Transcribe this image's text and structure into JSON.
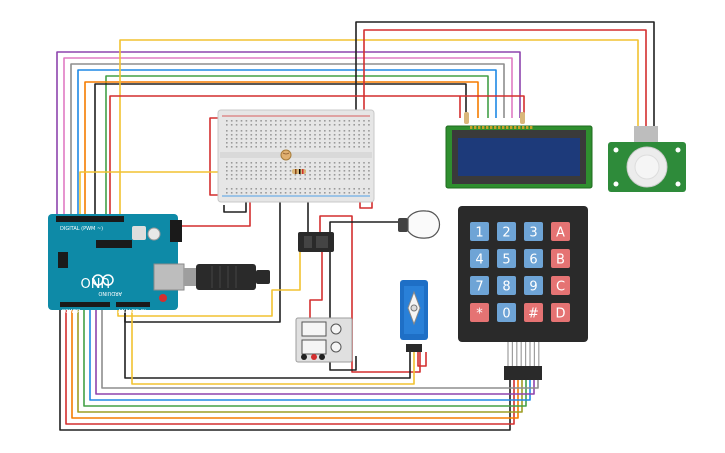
{
  "arduino": {
    "model": "UNO",
    "brand": "ARDUINO",
    "digital_label": "DIGITAL (PWM ~)",
    "analog_label": "ANALOG IN",
    "power_label": "POWER",
    "brand_color": "#0E8AA7"
  },
  "keypad": {
    "keys": [
      {
        "label": "1",
        "color": "#6EA4D6"
      },
      {
        "label": "2",
        "color": "#6EA4D6"
      },
      {
        "label": "3",
        "color": "#6EA4D6"
      },
      {
        "label": "A",
        "color": "#E57373"
      },
      {
        "label": "4",
        "color": "#6EA4D6"
      },
      {
        "label": "5",
        "color": "#6EA4D6"
      },
      {
        "label": "6",
        "color": "#6EA4D6"
      },
      {
        "label": "B",
        "color": "#E57373"
      },
      {
        "label": "7",
        "color": "#6EA4D6"
      },
      {
        "label": "8",
        "color": "#6EA4D6"
      },
      {
        "label": "9",
        "color": "#6EA4D6"
      },
      {
        "label": "C",
        "color": "#E57373"
      },
      {
        "label": "*",
        "color": "#E57373"
      },
      {
        "label": "0",
        "color": "#6EA4D6"
      },
      {
        "label": "#",
        "color": "#E57373"
      },
      {
        "label": "D",
        "color": "#E57373"
      }
    ]
  },
  "components": {
    "breadboard": "breadboard-icon",
    "lcd": "lcd-16x2-icon",
    "pir": "pir-sensor-icon",
    "relay": "relay-icon",
    "bulb": "light-bulb-icon",
    "servo": "servo-icon",
    "power_supply": "power-supply-icon",
    "usb": "usb-plug-icon"
  },
  "wire_colors": {
    "red": "#D32F2F",
    "black": "#212121",
    "yellow": "#F2C230",
    "green": "#43A047",
    "orange": "#F57C00",
    "purple": "#8E44AD",
    "pink": "#E07BC3",
    "gray": "#8E8E8E",
    "olive": "#9E9D24",
    "blue": "#1E88E5"
  }
}
